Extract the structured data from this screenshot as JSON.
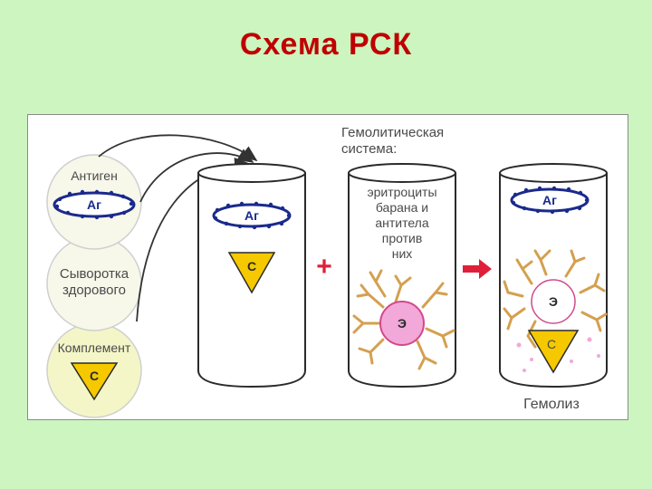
{
  "title": "Схема РСК",
  "diagram": {
    "antigen_label": "Антиген",
    "antigen_symbol": "Аг",
    "serum_label_line1": "Сыворотка",
    "serum_label_line2": "здорового",
    "complement_label": "Комплемент",
    "complement_symbol": "С",
    "tube1_antigen_symbol": "Аг",
    "tube1_complement_symbol": "С",
    "plus_sign": "+",
    "hemolytic_system_line1": "Гемолитическая",
    "hemolytic_system_line2": "система:",
    "tube2_text": [
      "эритроциты",
      "барана и",
      "антитела",
      "против",
      "них"
    ],
    "erythrocyte_symbol": "Э",
    "tube3_antigen_symbol": "Аг",
    "tube3_erythrocyte_symbol": "Э",
    "tube3_complement_symbol": "С",
    "hemolysis_label": "Гемолиз"
  },
  "colors": {
    "background": "#ccf5c0",
    "title": "#c00000",
    "antigen_ring": "#1a2a8c",
    "antigen_dots": "#1a2a8c",
    "complement_triangle": "#f5c800",
    "arrow_red": "#e0203a",
    "erythrocyte_fill": "#f2a8d8",
    "erythrocyte_ring": "#d04a8a",
    "antibody": "#d4a050",
    "circle_bg": "#f7f7ea",
    "complement_circle_bg": "#f4f6c8"
  }
}
